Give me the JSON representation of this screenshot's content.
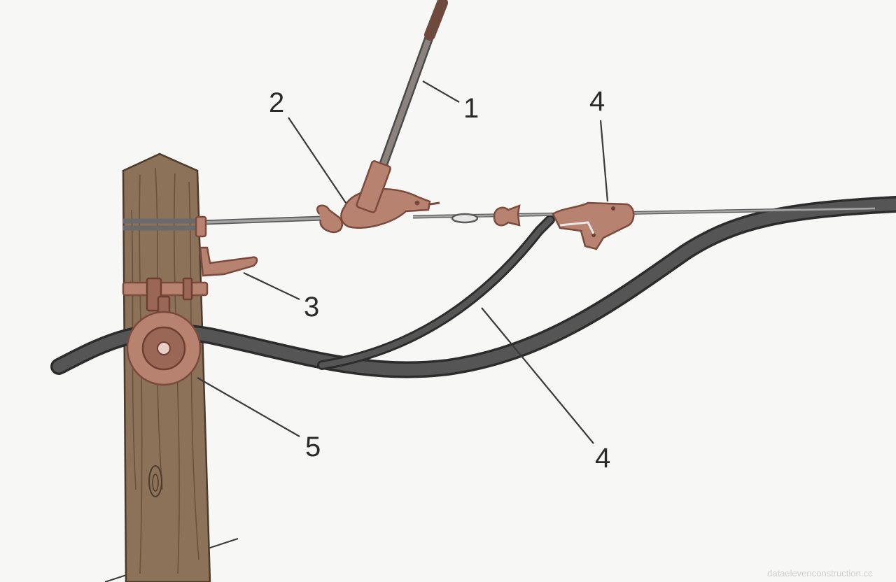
{
  "callouts": [
    {
      "id": "1",
      "label": "1"
    },
    {
      "id": "2",
      "label": "2"
    },
    {
      "id": "3",
      "label": "3"
    },
    {
      "id": "4a",
      "label": "4"
    },
    {
      "id": "4b",
      "label": "4"
    },
    {
      "id": "5",
      "label": "5"
    }
  ],
  "watermark": "dataelevenconstruction.cc",
  "colors": {
    "background": "#f7f7f5",
    "wood": "#8c7258",
    "copper": "#b88270",
    "cable": "#4a4a4a",
    "wire": "#8f8f8f"
  }
}
